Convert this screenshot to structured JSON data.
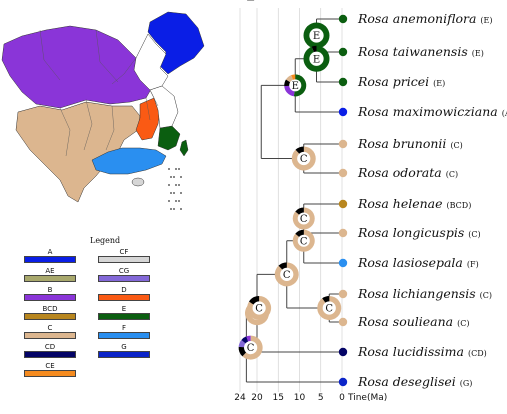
{
  "colors": {
    "A": "#0a1ee6",
    "AE": "#a8a86c",
    "B": "#8a35d8",
    "BCD": "#b8861e",
    "C": "#dcb68f",
    "CD": "#040466",
    "CE": "#f58b1f",
    "CF": "#d6d6d6",
    "CG": "#8368d8",
    "D": "#fa5a14",
    "E": "#0b5e10",
    "F": "#2a8ff0",
    "G": "#0b24c8",
    "black": "#000000",
    "green": "#2fc46a",
    "line": "#444444"
  },
  "legend": {
    "title": "Legend",
    "items": [
      {
        "label": "A",
        "color": "#0a1ee6"
      },
      {
        "label": "CF",
        "color": "#d6d6d6"
      },
      {
        "label": "AE",
        "color": "#a8a86c"
      },
      {
        "label": "CG",
        "color": "#8368d8"
      },
      {
        "label": "B",
        "color": "#8a35d8"
      },
      {
        "label": "D",
        "color": "#fa5a14"
      },
      {
        "label": "BCD",
        "color": "#b8861e"
      },
      {
        "label": "E",
        "color": "#0b5e10"
      },
      {
        "label": "C",
        "color": "#dcb68f"
      },
      {
        "label": "F",
        "color": "#2a8ff0"
      },
      {
        "label": "CD",
        "color": "#040466"
      },
      {
        "label": "G",
        "color": "#0b24c8"
      },
      {
        "label": "CE",
        "color": "#f58b1f"
      }
    ]
  },
  "tree": {
    "taxa": [
      {
        "name": "Rosa anemoniflora",
        "area": "(E)",
        "color": "#0b5e10"
      },
      {
        "name": "Rosa taiwanensis",
        "area": "(E)",
        "color": "#0b5e10"
      },
      {
        "name": "Rosa pricei",
        "area": "(E)",
        "color": "#0b5e10"
      },
      {
        "name": "Rosa maximowicziana",
        "area": "(A)",
        "color": "#0a1ee6"
      },
      {
        "name": "Rosa brunonii",
        "area": "(C)",
        "color": "#dcb68f"
      },
      {
        "name": "Rosa odorata",
        "area": "(C)",
        "color": "#dcb68f"
      },
      {
        "name": "Rosa helenae",
        "area": "(BCD)",
        "color": "#b8861e"
      },
      {
        "name": "Rosa longicuspis",
        "area": "(C)",
        "color": "#dcb68f"
      },
      {
        "name": "Rosa lasiosepala",
        "area": "(F)",
        "color": "#2a8ff0"
      },
      {
        "name": "Rosa lichiangensis",
        "area": "(C)",
        "color": "#dcb68f"
      },
      {
        "name": "Rosa soulieana",
        "area": "(C)",
        "color": "#dcb68f"
      },
      {
        "name": "Rosa lucidissima",
        "area": "(CD)",
        "color": "#040466"
      },
      {
        "name": "Rosa deseglisei",
        "area": "(G)",
        "color": "#0b24c8"
      }
    ],
    "axis_ticks": [
      "24",
      "20",
      "15",
      "10",
      "5",
      "0"
    ],
    "axis_label": "Tine(Ma)",
    "nodes": [
      {
        "label": "E",
        "pie": [
          [
            "E",
            1.0
          ]
        ]
      },
      {
        "label": "E",
        "pie": [
          [
            "E",
            0.94
          ],
          [
            "black",
            0.06
          ]
        ]
      },
      {
        "label": "E",
        "pie": [
          [
            "E",
            0.52
          ],
          [
            "B",
            0.22
          ],
          [
            "black",
            0.1
          ],
          [
            "C",
            0.1
          ],
          [
            "CE",
            0.06
          ]
        ]
      },
      {
        "label": "C",
        "pie": [
          [
            "C",
            0.72
          ],
          [
            "black",
            0.14
          ],
          [
            "CE",
            0.08
          ],
          [
            "CF",
            0.06
          ]
        ]
      },
      {
        "label": "C",
        "pie": [
          [
            "C",
            0.88
          ],
          [
            "black",
            0.12
          ]
        ]
      },
      {
        "label": "C",
        "pie": [
          [
            "C",
            0.86
          ],
          [
            "black",
            0.14
          ]
        ]
      },
      {
        "label": "C",
        "pie": [
          [
            "C",
            0.86
          ],
          [
            "black",
            0.14
          ]
        ]
      },
      {
        "label": "C",
        "pie": [
          [
            "C",
            0.9
          ],
          [
            "black",
            0.1
          ]
        ]
      },
      {
        "label": "C",
        "pie": [
          [
            "C",
            0.88
          ],
          [
            "black",
            0.12
          ]
        ]
      },
      {
        "label": "C",
        "pie": [
          [
            "C",
            0.86
          ],
          [
            "black",
            0.14
          ]
        ]
      },
      {
        "label": "C",
        "pie": [
          [
            "C",
            0.62
          ],
          [
            "black",
            0.14
          ],
          [
            "CG",
            0.1
          ],
          [
            "CD",
            0.08
          ],
          [
            "B",
            0.06
          ]
        ]
      },
      {
        "label": "C",
        "pie": [
          [
            "C",
            0.4
          ],
          [
            "black",
            0.3
          ],
          [
            "green",
            0.12
          ],
          [
            "CG",
            0.1
          ],
          [
            "CF",
            0.08
          ]
        ]
      },
      {
        "label": "C",
        "pie": [
          [
            "C",
            0.84
          ],
          [
            "black",
            0.16
          ]
        ]
      }
    ]
  }
}
